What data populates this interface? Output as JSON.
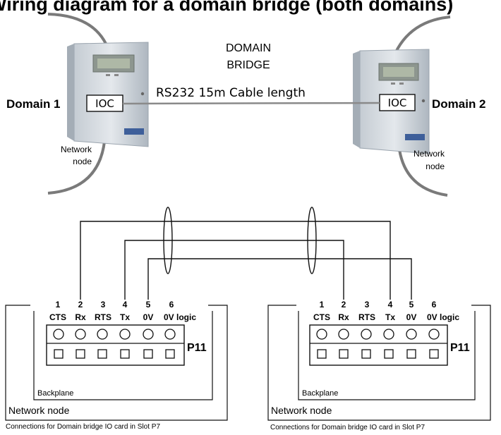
{
  "title": "Wiring diagram for a domain bridge (both domains)",
  "domain_bridge": [
    "DOMAIN",
    "BRIDGE"
  ],
  "cable": "RS232 15m Cable length",
  "left": {
    "domain": "Domain 1",
    "ioc": "IOC",
    "network_node": [
      "Network",
      "node"
    ]
  },
  "right": {
    "domain": "Domain 2",
    "ioc": "IOC",
    "network_node": [
      "Network",
      "node"
    ]
  },
  "pins": {
    "numbers": [
      "1",
      "2",
      "3",
      "4",
      "5",
      "6"
    ],
    "names": [
      "CTS",
      "Rx",
      "RTS",
      "Tx",
      "0V",
      "0V logic"
    ]
  },
  "connector": "P11",
  "backplane": "Backplane",
  "network_node_label": "Network node",
  "caption": "Connections for Domain bridge IO card in Slot P7",
  "colors": {
    "line": "#7a7a7a",
    "wire": "#111111",
    "panel": "#d7dde3",
    "panel_dark": "#b8c1ca"
  }
}
